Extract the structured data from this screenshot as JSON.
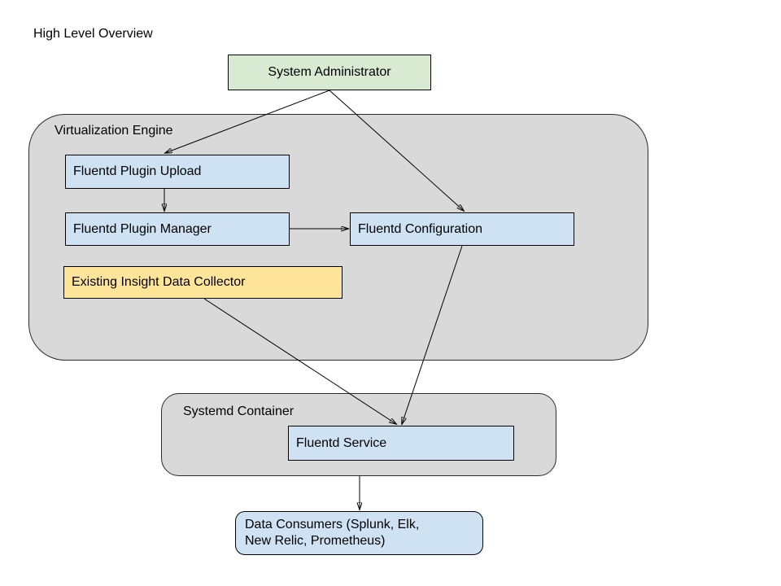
{
  "page": {
    "title": "High Level Overview"
  },
  "colors": {
    "node_green": "#d9ead3",
    "node_blue": "#cfe2f3",
    "node_yellow": "#ffe599",
    "container_gray": "#d9d9d9",
    "border": "#000000",
    "arrow": "#000000",
    "text": "#000000",
    "background": "#ffffff"
  },
  "containers": {
    "virtualization_engine": {
      "label": "Virtualization Engine"
    },
    "systemd_container": {
      "label": "Systemd Container"
    }
  },
  "nodes": {
    "system_administrator": {
      "label": "System Administrator",
      "color": "green"
    },
    "fluentd_plugin_upload": {
      "label": "Fluentd Plugin Upload",
      "color": "blue"
    },
    "fluentd_plugin_manager": {
      "label": "Fluentd Plugin Manager",
      "color": "blue"
    },
    "fluentd_configuration": {
      "label": "Fluentd Configuration",
      "color": "blue"
    },
    "existing_insight_data_collector": {
      "label": "Existing Insight Data Collector",
      "color": "yellow"
    },
    "fluentd_service": {
      "label": "Fluentd Service",
      "color": "blue"
    },
    "data_consumers": {
      "label": "Data Consumers (Splunk, Elk,\nNew Relic, Prometheus)",
      "color": "blue"
    }
  },
  "edges": [
    {
      "from": "system_administrator",
      "to": "fluentd_plugin_upload"
    },
    {
      "from": "system_administrator",
      "to": "fluentd_configuration"
    },
    {
      "from": "fluentd_plugin_upload",
      "to": "fluentd_plugin_manager"
    },
    {
      "from": "fluentd_plugin_manager",
      "to": "fluentd_configuration"
    },
    {
      "from": "existing_insight_data_collector",
      "to": "fluentd_service"
    },
    {
      "from": "fluentd_configuration",
      "to": "fluentd_service"
    },
    {
      "from": "systemd_container",
      "to": "data_consumers"
    }
  ]
}
